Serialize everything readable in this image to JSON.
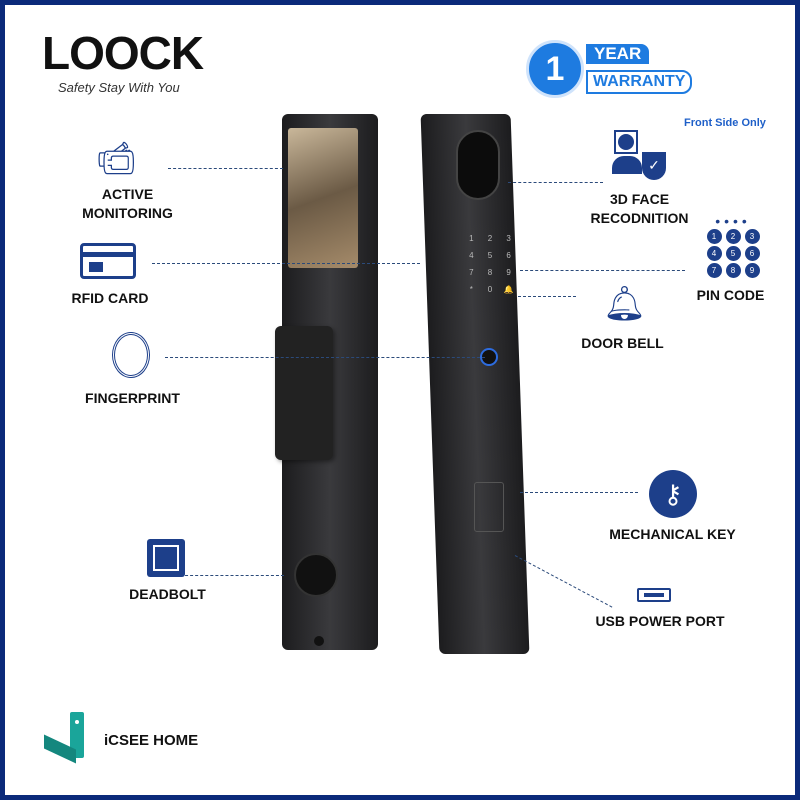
{
  "brand": {
    "logo": "LOOCK",
    "tagline": "Safety Stay With You"
  },
  "warranty": {
    "number": "1",
    "line1": "YEAR",
    "line2": "WARRANTY"
  },
  "note": "Front Side Only",
  "features": {
    "active_monitoring": [
      "ACTIVE",
      "MONITORING"
    ],
    "rfid_card": "RFID CARD",
    "fingerprint": "FINGERPRINT",
    "deadbolt": "DEADBOLT",
    "face": [
      "3D FACE",
      "RECODNITION"
    ],
    "pin_code": "PIN CODE",
    "door_bell": "DOOR BELL",
    "mechanical_key": "MECHANICAL KEY",
    "usb": "USB POWER PORT"
  },
  "keypad": [
    "1",
    "2",
    "3",
    "4",
    "5",
    "6",
    "7",
    "8",
    "9",
    "*",
    "0",
    "🔔"
  ],
  "pin_icon_digits": [
    "1",
    "2",
    "3",
    "4",
    "5",
    "6",
    "7",
    "8",
    "9"
  ],
  "footer": {
    "brand": "iCSEE HOME"
  },
  "colors": {
    "border": "#0b2a7a",
    "accent": "#1d3f8a",
    "warranty": "#1e7be0",
    "footer_logo": "#1aa59a"
  }
}
